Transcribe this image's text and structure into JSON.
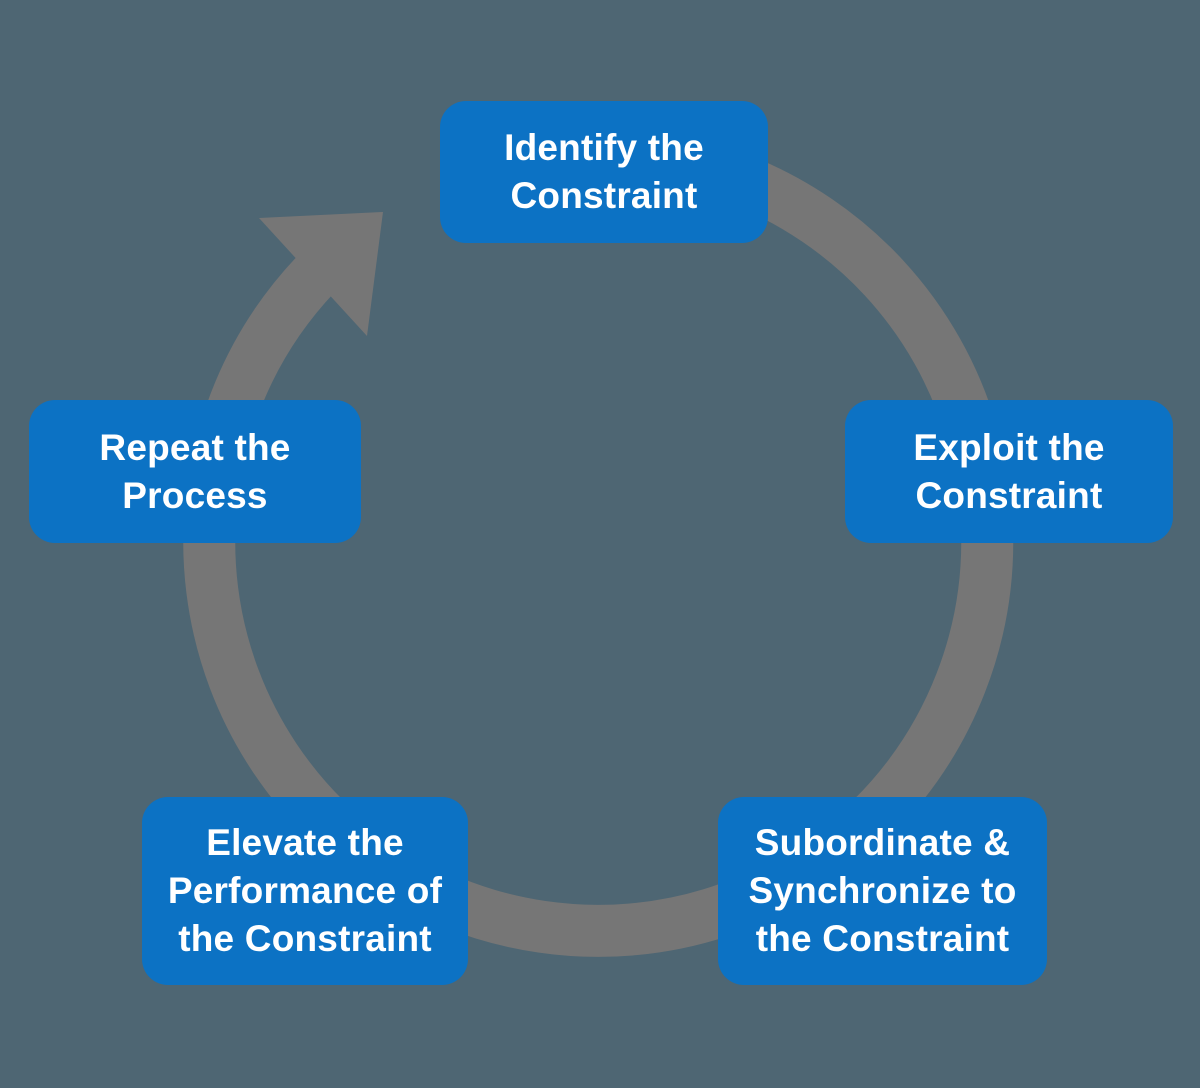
{
  "diagram": {
    "name": "theory-of-constraints-cycle",
    "type": "cycle",
    "direction": "clockwise",
    "steps": [
      {
        "id": "identify",
        "label": "Identify the Constraint",
        "lines": [
          "Identify the",
          "Constraint"
        ]
      },
      {
        "id": "exploit",
        "label": "Exploit the Constraint",
        "lines": [
          "Exploit the",
          "Constraint"
        ]
      },
      {
        "id": "subordinate",
        "label": "Subordinate & Synchronize to the Constraint",
        "lines": [
          "Subordinate &",
          "Synchronize to",
          "the Constraint"
        ]
      },
      {
        "id": "elevate",
        "label": "Elevate the Performance of the Constraint",
        "lines": [
          "Elevate the",
          "Performance of",
          "the Constraint"
        ]
      },
      {
        "id": "repeat",
        "label": "Repeat the Process",
        "lines": [
          "Repeat the",
          "Process"
        ]
      }
    ]
  },
  "colors": {
    "bg": "#4e6673",
    "box": "#0c72c4",
    "ring": "#767676",
    "text": "#ffffff"
  }
}
